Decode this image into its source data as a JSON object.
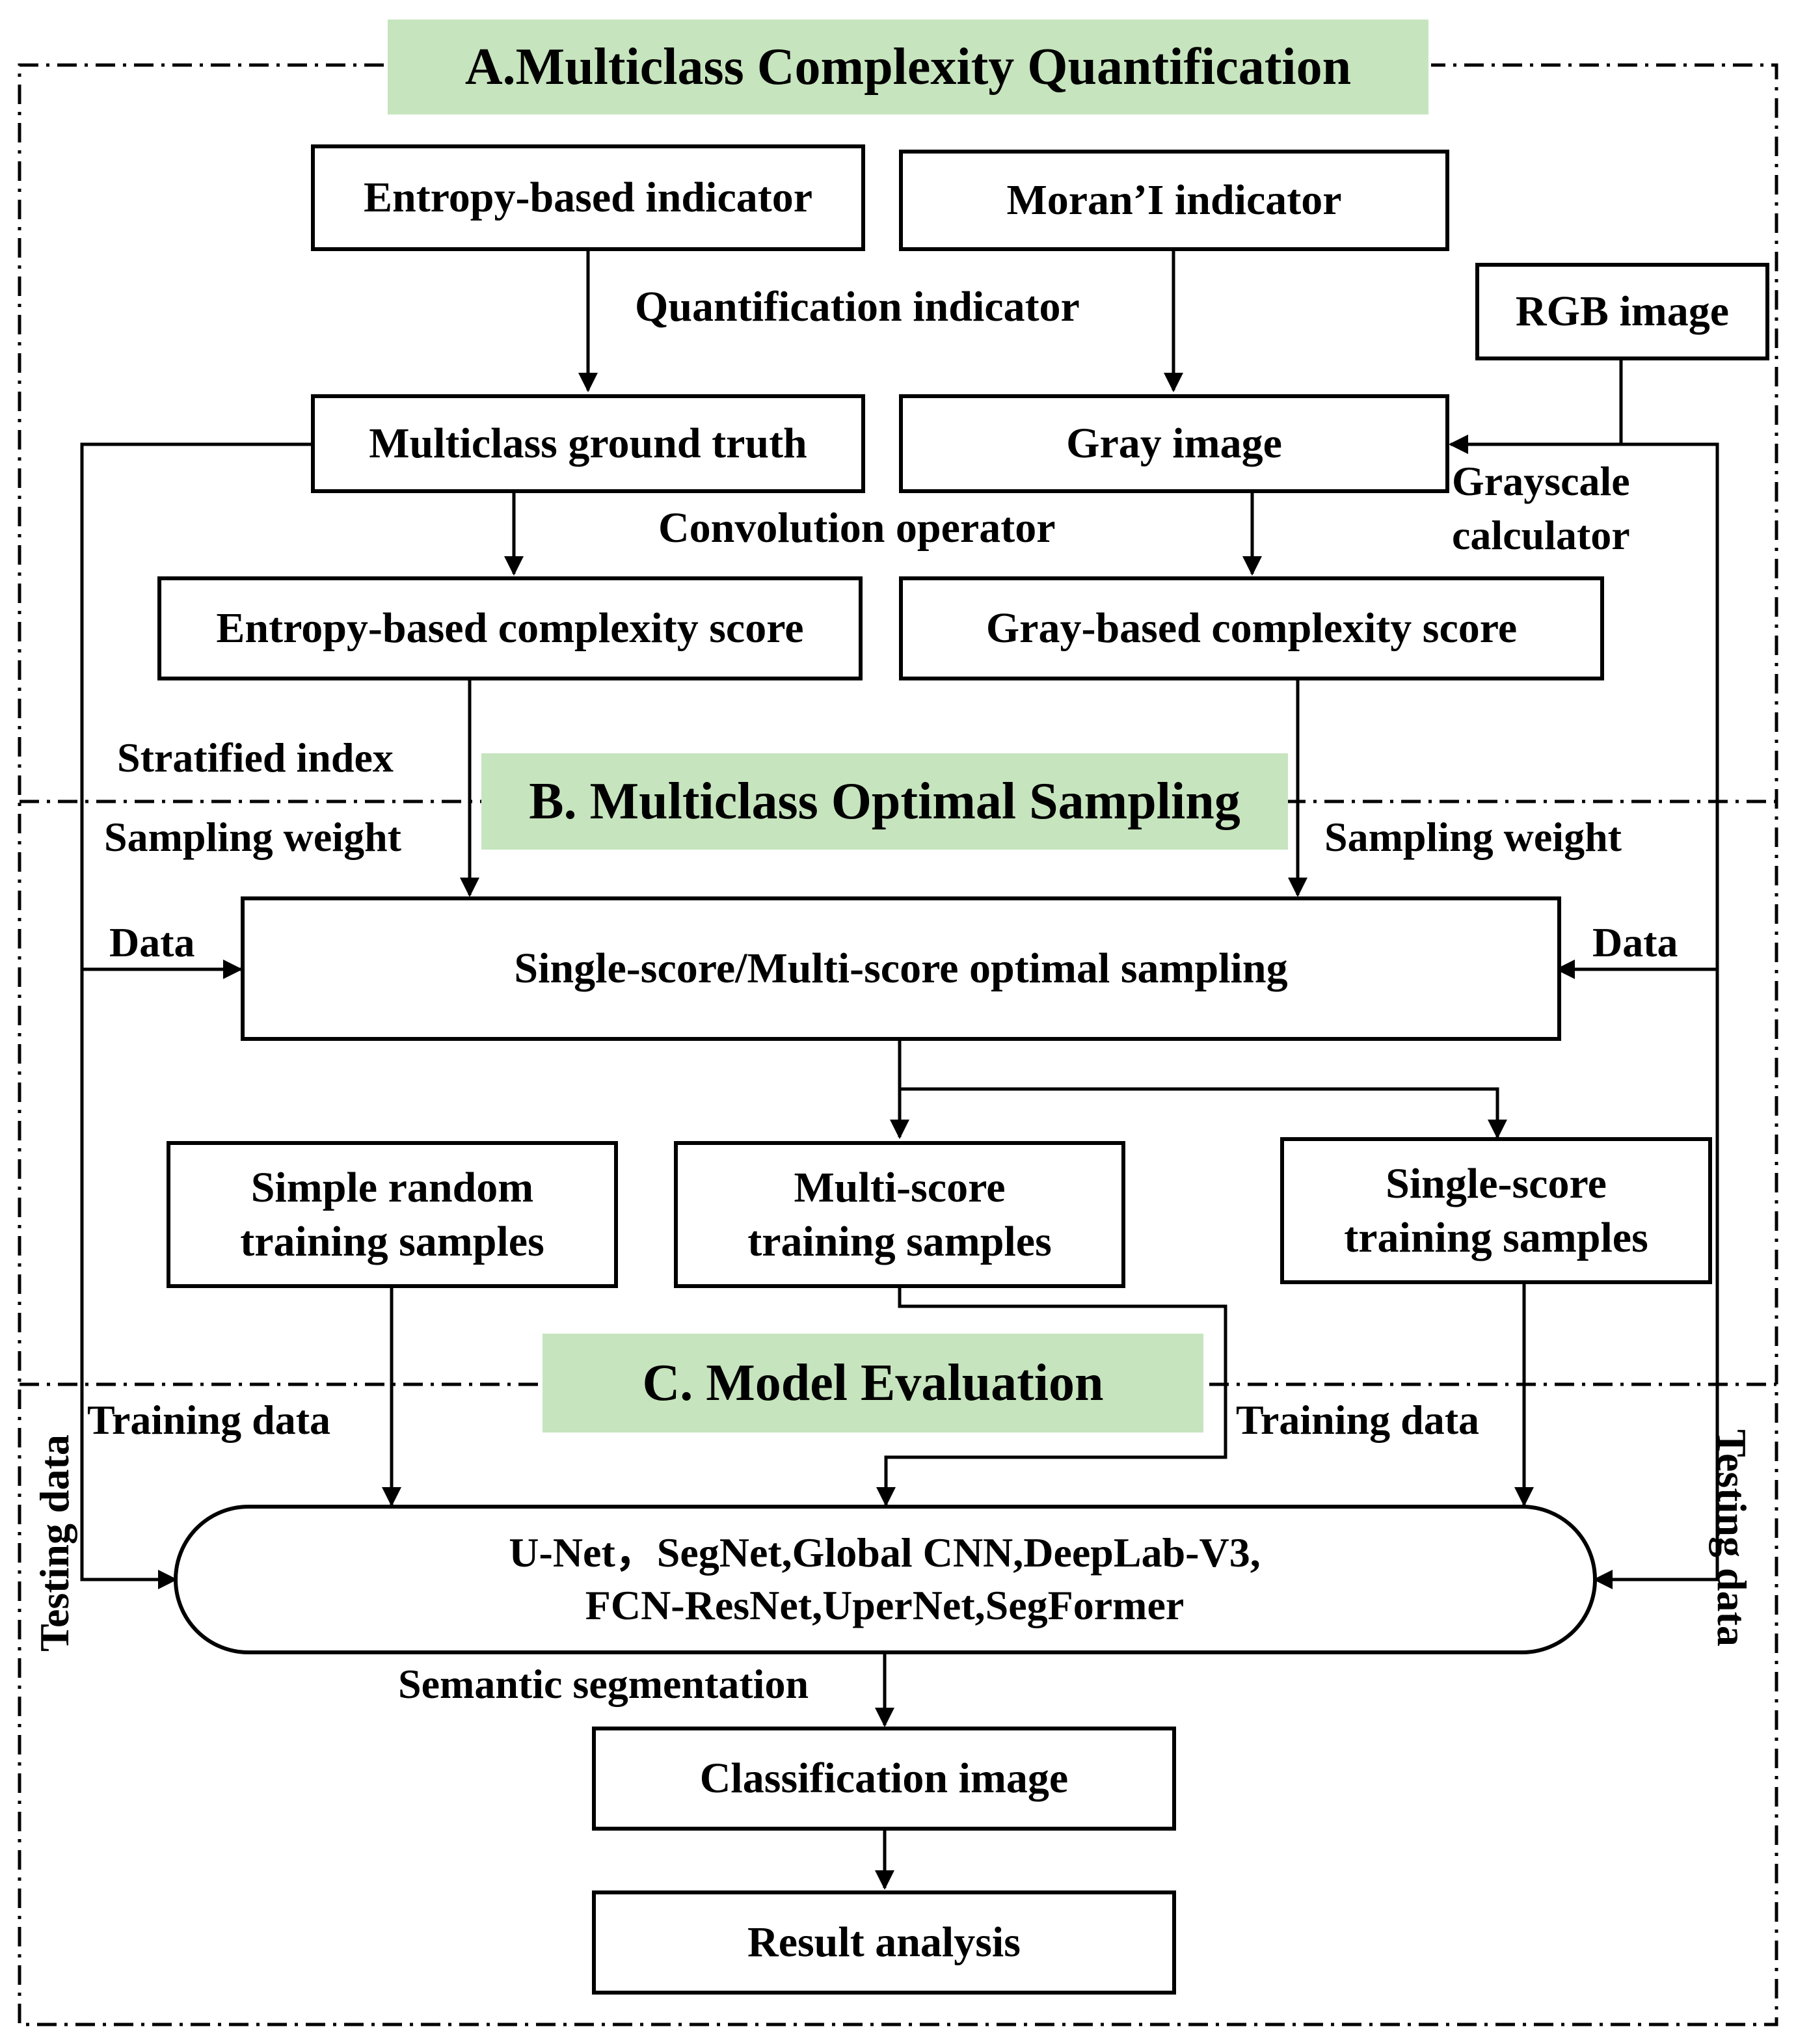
{
  "sections": {
    "a": "A.Multiclass Complexity Quantification",
    "b": "B. Multiclass Optimal Sampling",
    "c": "C. Model Evaluation"
  },
  "boxes": {
    "entropy_indicator": "Entropy-based indicator",
    "moran_indicator": "Moran’I indicator",
    "rgb_image": "RGB image",
    "multiclass_gt": "Multiclass ground truth",
    "gray_image": "Gray image",
    "entropy_score": "Entropy-based complexity score",
    "gray_score": "Gray-based complexity score",
    "optimal_sampling": "Single-score/Multi-score optimal sampling",
    "simple_random": [
      "Simple random",
      "training samples"
    ],
    "multi_score": [
      "Multi-score",
      "training samples"
    ],
    "single_score": [
      "Single-score",
      "training samples"
    ],
    "models": [
      "U-Net，SegNet,Global CNN,DeepLab-V3,",
      "FCN-ResNet,UperNet,SegFormer"
    ],
    "classification": "Classification image",
    "result": "Result analysis"
  },
  "edge_labels": {
    "quantification_indicator": "Quantification indicator",
    "grayscale_calculator": [
      "Grayscale",
      "calculator"
    ],
    "convolution_operator": "Convolution operator",
    "stratified_index": "Stratified index",
    "sampling_weight_left": "Sampling weight",
    "sampling_weight_right": "Sampling weight",
    "data_left": "Data",
    "data_right": "Data",
    "training_data_left": "Training data",
    "training_data_right": "Training data",
    "testing_data_left": "Testing data",
    "testing_data_right": "Testing data",
    "semantic_segmentation": "Semantic segmentation"
  },
  "colors": {
    "section_header": "#c6e4bd",
    "stroke": "#000000"
  }
}
